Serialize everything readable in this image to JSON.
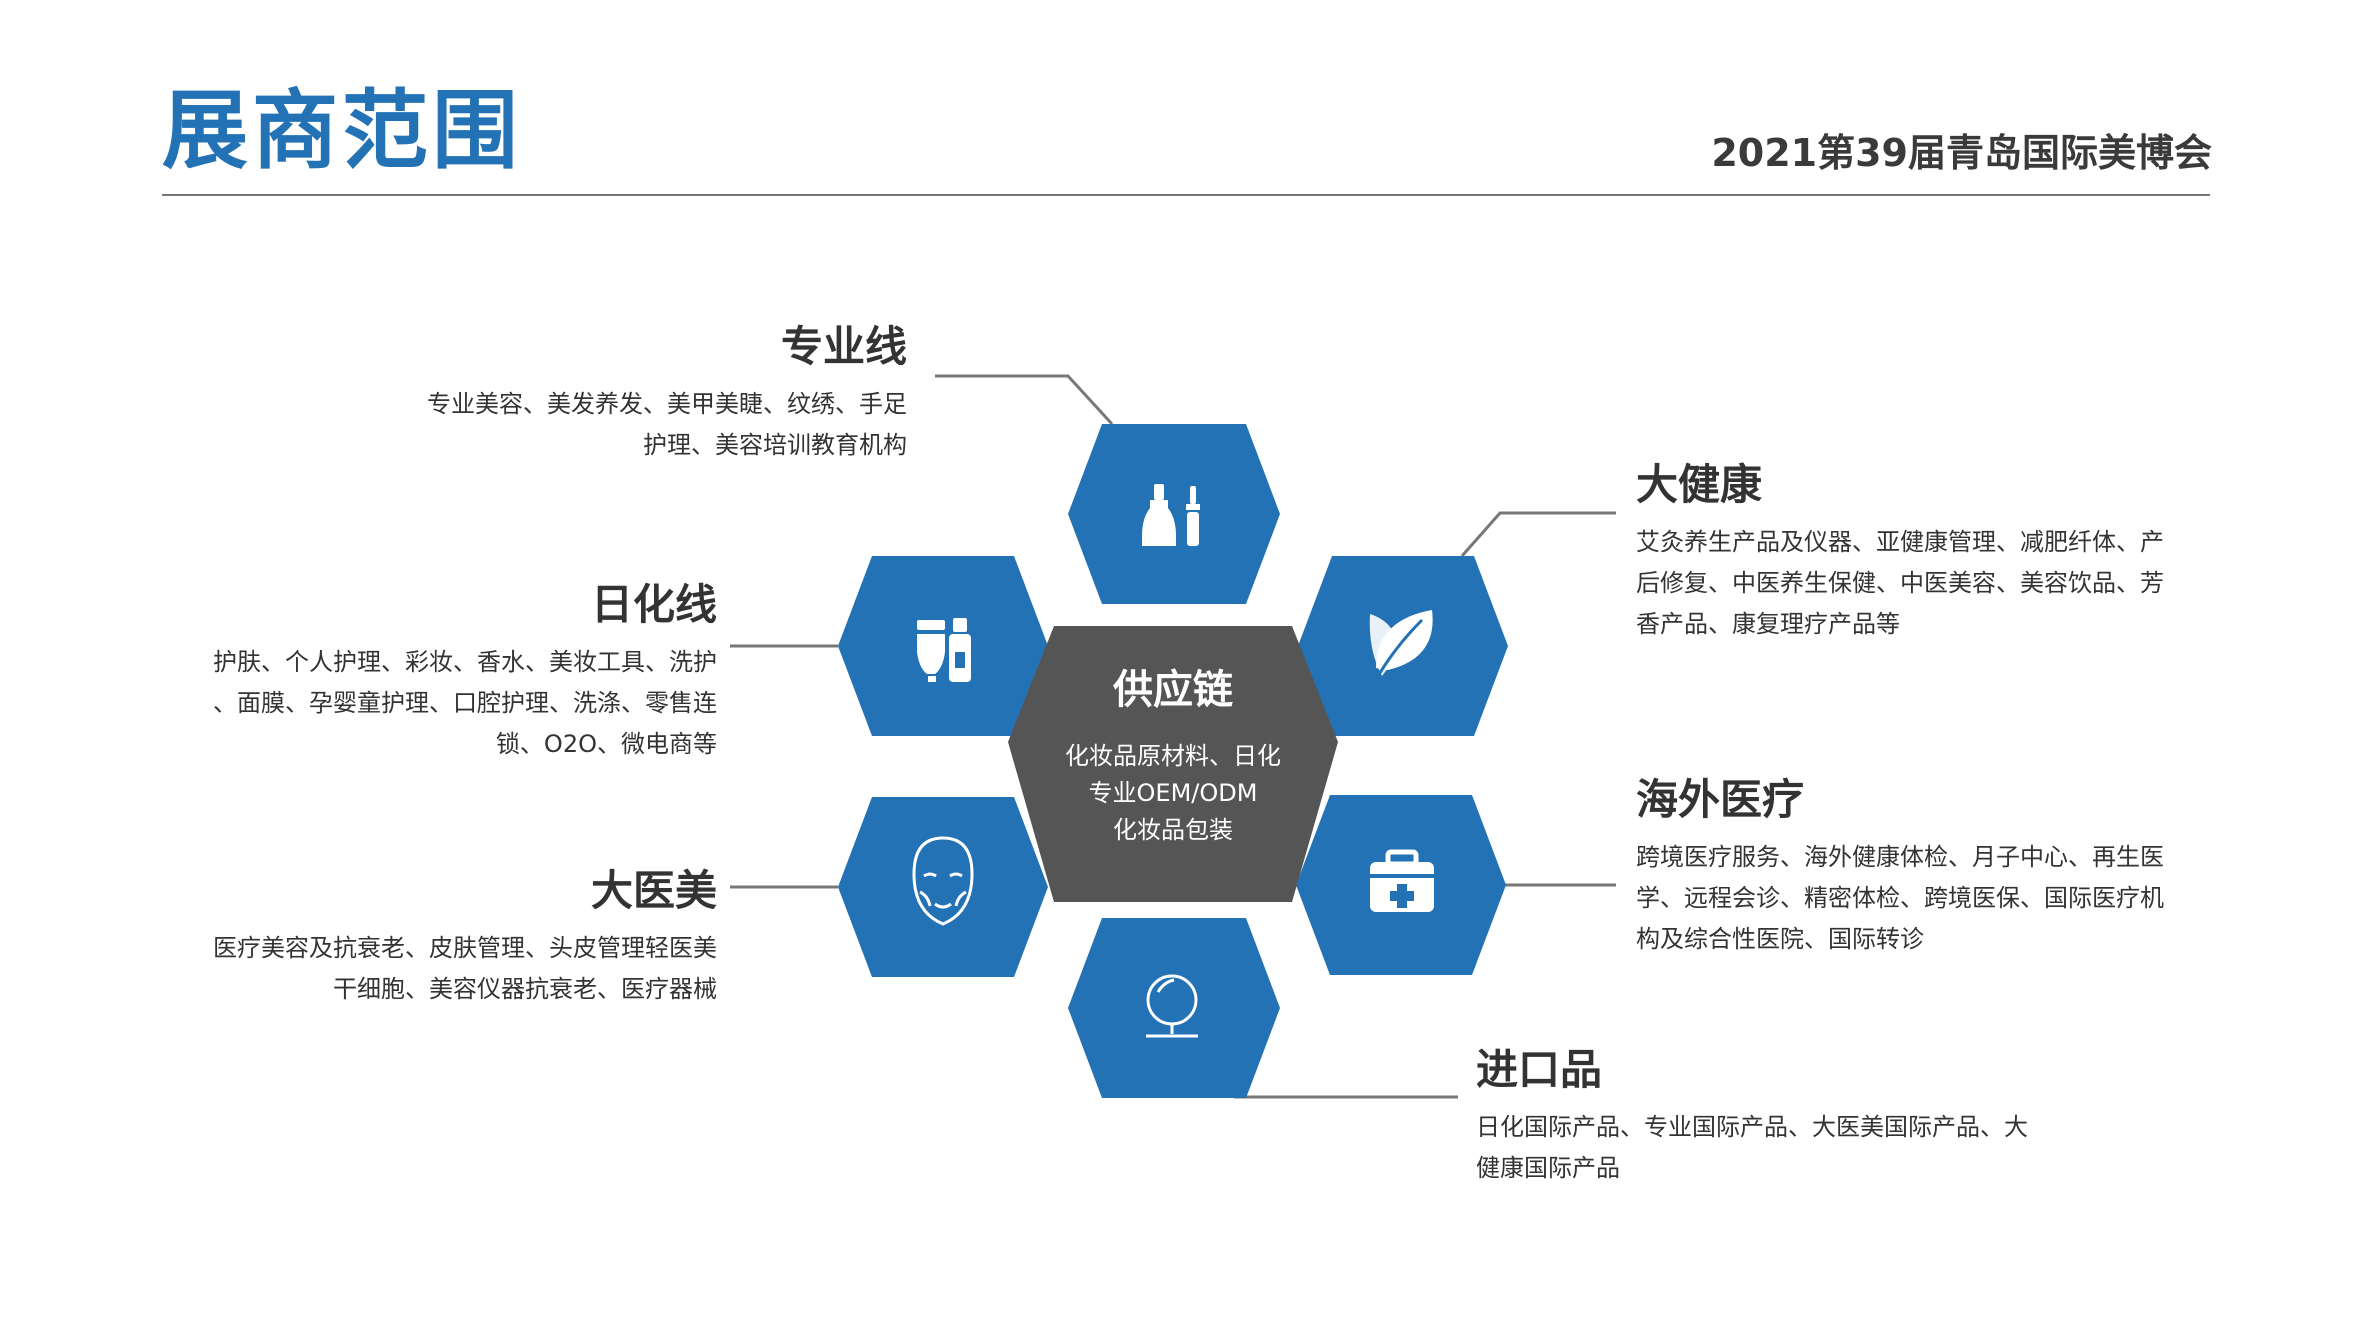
{
  "header": {
    "title": "展商范围",
    "event": "2021第39届青岛国际美博会"
  },
  "center": {
    "title": "供应链",
    "lines": [
      "化妆品原材料、日化",
      "专业OEM/ODM",
      "化妆品包装"
    ]
  },
  "categories": {
    "zhuanye": {
      "title": "专业线",
      "lines": [
        "专业美容、美发养发、美甲美睫、纹绣、手足",
        "护理、美容培训教育机构"
      ],
      "icon": "cosmetic-bottles-icon"
    },
    "rihua": {
      "title": "日化线",
      "lines": [
        "护肤、个人护理、彩妆、香水、美妆工具、洗护",
        "、面膜、孕婴童护理、口腔护理、洗涤、零售连",
        "锁、O2O、微电商等"
      ],
      "icon": "skincare-tubes-icon"
    },
    "dayimei": {
      "title": "大医美",
      "lines": [
        "医疗美容及抗衰老、皮肤管理、头皮管理轻医美",
        "干细胞、美容仪器抗衰老、医疗器械"
      ],
      "icon": "face-mask-icon"
    },
    "dajiankang": {
      "title": "大健康",
      "lines": [
        "艾灸养生产品及仪器、亚健康管理、减肥纤体、产",
        "后修复、中医养生保健、中医美容、美容饮品、芳",
        "香产品、康复理疗产品等"
      ],
      "icon": "leaf-icon"
    },
    "haiwai": {
      "title": "海外医疗",
      "lines": [
        "跨境医疗服务、海外健康体检、月子中心、再生医",
        "学、远程会诊、精密体检、跨境医保、国际医疗机",
        "构及综合性医院、国际转诊"
      ],
      "icon": "medical-kit-icon"
    },
    "jinkou": {
      "title": "进口品",
      "lines": [
        "日化国际产品、专业国际产品、大医美国际产品、大",
        "健康国际产品"
      ],
      "icon": "mirror-icon"
    }
  },
  "colors": {
    "brand_blue": "#2372b5",
    "center_gray": "#555555",
    "connector": "#777777"
  }
}
